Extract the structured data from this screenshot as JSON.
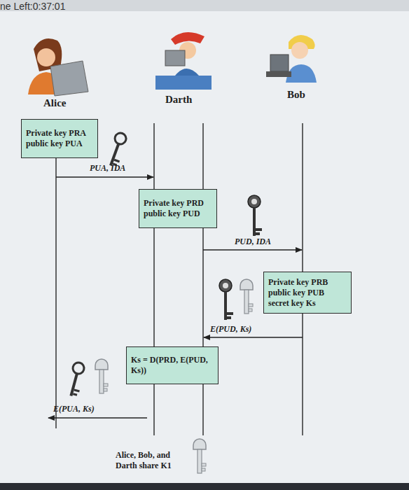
{
  "diagram": {
    "nodes": [
      {
        "text": [
          "Private key PRA public key PUA"
        ]
      },
      {
        "text": [
          "Private key PRD public key PUD"
        ]
      },
      {
        "text": [
          "Private key PRB public key PUB secret key Ks"
        ]
      },
      {
        "text": [
          "Ks = D(PRD, E(PUD, Ks))"
        ]
      }
    ],
    "labels": [
      "ne Left:0:37:01",
      "Alice",
      "Darth",
      "Bob",
      "PUA, IDA",
      "PUD, IDA",
      "E(PUD, Ks)",
      "E(PUA, Ks)",
      "Alice, Bob, and Darth share K1"
    ]
  }
}
